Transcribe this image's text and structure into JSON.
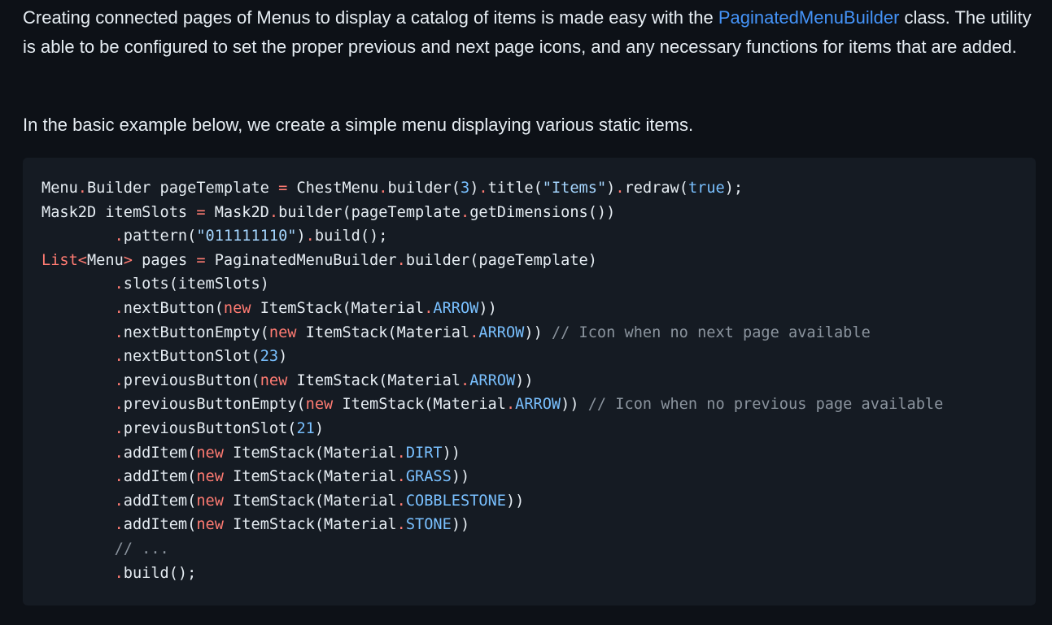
{
  "paragraph1": {
    "before_link": "Creating connected pages of Menus to display a catalog of items is made easy with the ",
    "link_text": "PaginatedMenuBuilder",
    "after_link": " class. The utility is able to be configured to set the proper previous and next page icons, and any necessary functions for items that are added."
  },
  "paragraph2": {
    "text": "In the basic example below, we create a simple menu displaying various static items."
  },
  "code": {
    "lines": [
      [
        [
          "pl",
          "Menu"
        ],
        [
          "op",
          "."
        ],
        [
          "pl",
          "Builder pageTemplate "
        ],
        [
          "op",
          "="
        ],
        [
          "pl",
          " ChestMenu"
        ],
        [
          "op",
          "."
        ],
        [
          "pl",
          "builder("
        ],
        [
          "num",
          "3"
        ],
        [
          "pl",
          ")"
        ],
        [
          "op",
          "."
        ],
        [
          "pl",
          "title("
        ],
        [
          "str",
          "\"Items\""
        ],
        [
          "pl",
          ")"
        ],
        [
          "op",
          "."
        ],
        [
          "pl",
          "redraw("
        ],
        [
          "num",
          "true"
        ],
        [
          "pl",
          ");"
        ]
      ],
      [
        [
          "pl",
          "Mask2D itemSlots "
        ],
        [
          "op",
          "="
        ],
        [
          "pl",
          " Mask2D"
        ],
        [
          "op",
          "."
        ],
        [
          "pl",
          "builder(pageTemplate"
        ],
        [
          "op",
          "."
        ],
        [
          "pl",
          "getDimensions())"
        ]
      ],
      [
        [
          "pl",
          "        "
        ],
        [
          "op",
          "."
        ],
        [
          "pl",
          "pattern("
        ],
        [
          "str",
          "\"011111110\""
        ],
        [
          "pl",
          ")"
        ],
        [
          "op",
          "."
        ],
        [
          "pl",
          "build();"
        ]
      ],
      [
        [
          "kw",
          "List"
        ],
        [
          "op",
          "<"
        ],
        [
          "pl",
          "Menu"
        ],
        [
          "op",
          ">"
        ],
        [
          "pl",
          " pages "
        ],
        [
          "op",
          "="
        ],
        [
          "pl",
          " PaginatedMenuBuilder"
        ],
        [
          "op",
          "."
        ],
        [
          "pl",
          "builder(pageTemplate)"
        ]
      ],
      [
        [
          "pl",
          "        "
        ],
        [
          "op",
          "."
        ],
        [
          "pl",
          "slots(itemSlots)"
        ]
      ],
      [
        [
          "pl",
          "        "
        ],
        [
          "op",
          "."
        ],
        [
          "pl",
          "nextButton("
        ],
        [
          "kw",
          "new"
        ],
        [
          "pl",
          " ItemStack(Material"
        ],
        [
          "op",
          "."
        ],
        [
          "con",
          "ARROW"
        ],
        [
          "pl",
          "))"
        ]
      ],
      [
        [
          "pl",
          "        "
        ],
        [
          "op",
          "."
        ],
        [
          "pl",
          "nextButtonEmpty("
        ],
        [
          "kw",
          "new"
        ],
        [
          "pl",
          " ItemStack(Material"
        ],
        [
          "op",
          "."
        ],
        [
          "con",
          "ARROW"
        ],
        [
          "pl",
          "))"
        ],
        [
          "com",
          " // Icon when no next page available"
        ]
      ],
      [
        [
          "pl",
          "        "
        ],
        [
          "op",
          "."
        ],
        [
          "pl",
          "nextButtonSlot("
        ],
        [
          "num",
          "23"
        ],
        [
          "pl",
          ")"
        ]
      ],
      [
        [
          "pl",
          "        "
        ],
        [
          "op",
          "."
        ],
        [
          "pl",
          "previousButton("
        ],
        [
          "kw",
          "new"
        ],
        [
          "pl",
          " ItemStack(Material"
        ],
        [
          "op",
          "."
        ],
        [
          "con",
          "ARROW"
        ],
        [
          "pl",
          "))"
        ]
      ],
      [
        [
          "pl",
          "        "
        ],
        [
          "op",
          "."
        ],
        [
          "pl",
          "previousButtonEmpty("
        ],
        [
          "kw",
          "new"
        ],
        [
          "pl",
          " ItemStack(Material"
        ],
        [
          "op",
          "."
        ],
        [
          "con",
          "ARROW"
        ],
        [
          "pl",
          "))"
        ],
        [
          "com",
          " // Icon when no previous page available"
        ]
      ],
      [
        [
          "pl",
          "        "
        ],
        [
          "op",
          "."
        ],
        [
          "pl",
          "previousButtonSlot("
        ],
        [
          "num",
          "21"
        ],
        [
          "pl",
          ")"
        ]
      ],
      [
        [
          "pl",
          "        "
        ],
        [
          "op",
          "."
        ],
        [
          "pl",
          "addItem("
        ],
        [
          "kw",
          "new"
        ],
        [
          "pl",
          " ItemStack(Material"
        ],
        [
          "op",
          "."
        ],
        [
          "con",
          "DIRT"
        ],
        [
          "pl",
          "))"
        ]
      ],
      [
        [
          "pl",
          "        "
        ],
        [
          "op",
          "."
        ],
        [
          "pl",
          "addItem("
        ],
        [
          "kw",
          "new"
        ],
        [
          "pl",
          " ItemStack(Material"
        ],
        [
          "op",
          "."
        ],
        [
          "con",
          "GRASS"
        ],
        [
          "pl",
          "))"
        ]
      ],
      [
        [
          "pl",
          "        "
        ],
        [
          "op",
          "."
        ],
        [
          "pl",
          "addItem("
        ],
        [
          "kw",
          "new"
        ],
        [
          "pl",
          " ItemStack(Material"
        ],
        [
          "op",
          "."
        ],
        [
          "con",
          "COBBLESTONE"
        ],
        [
          "pl",
          "))"
        ]
      ],
      [
        [
          "pl",
          "        "
        ],
        [
          "op",
          "."
        ],
        [
          "pl",
          "addItem("
        ],
        [
          "kw",
          "new"
        ],
        [
          "pl",
          " ItemStack(Material"
        ],
        [
          "op",
          "."
        ],
        [
          "con",
          "STONE"
        ],
        [
          "pl",
          "))"
        ]
      ],
      [
        [
          "pl",
          "        "
        ],
        [
          "com",
          "// ..."
        ]
      ],
      [
        [
          "pl",
          "        "
        ],
        [
          "op",
          "."
        ],
        [
          "pl",
          "build();"
        ]
      ]
    ]
  },
  "colors": {
    "page_background": "#0d1117",
    "code_background": "#151b23",
    "text": "#e6edf3",
    "link": "#4493f8",
    "keyword": "#ff7b72",
    "number": "#79c0ff",
    "string": "#a5d6ff",
    "comment": "#8b949e"
  }
}
